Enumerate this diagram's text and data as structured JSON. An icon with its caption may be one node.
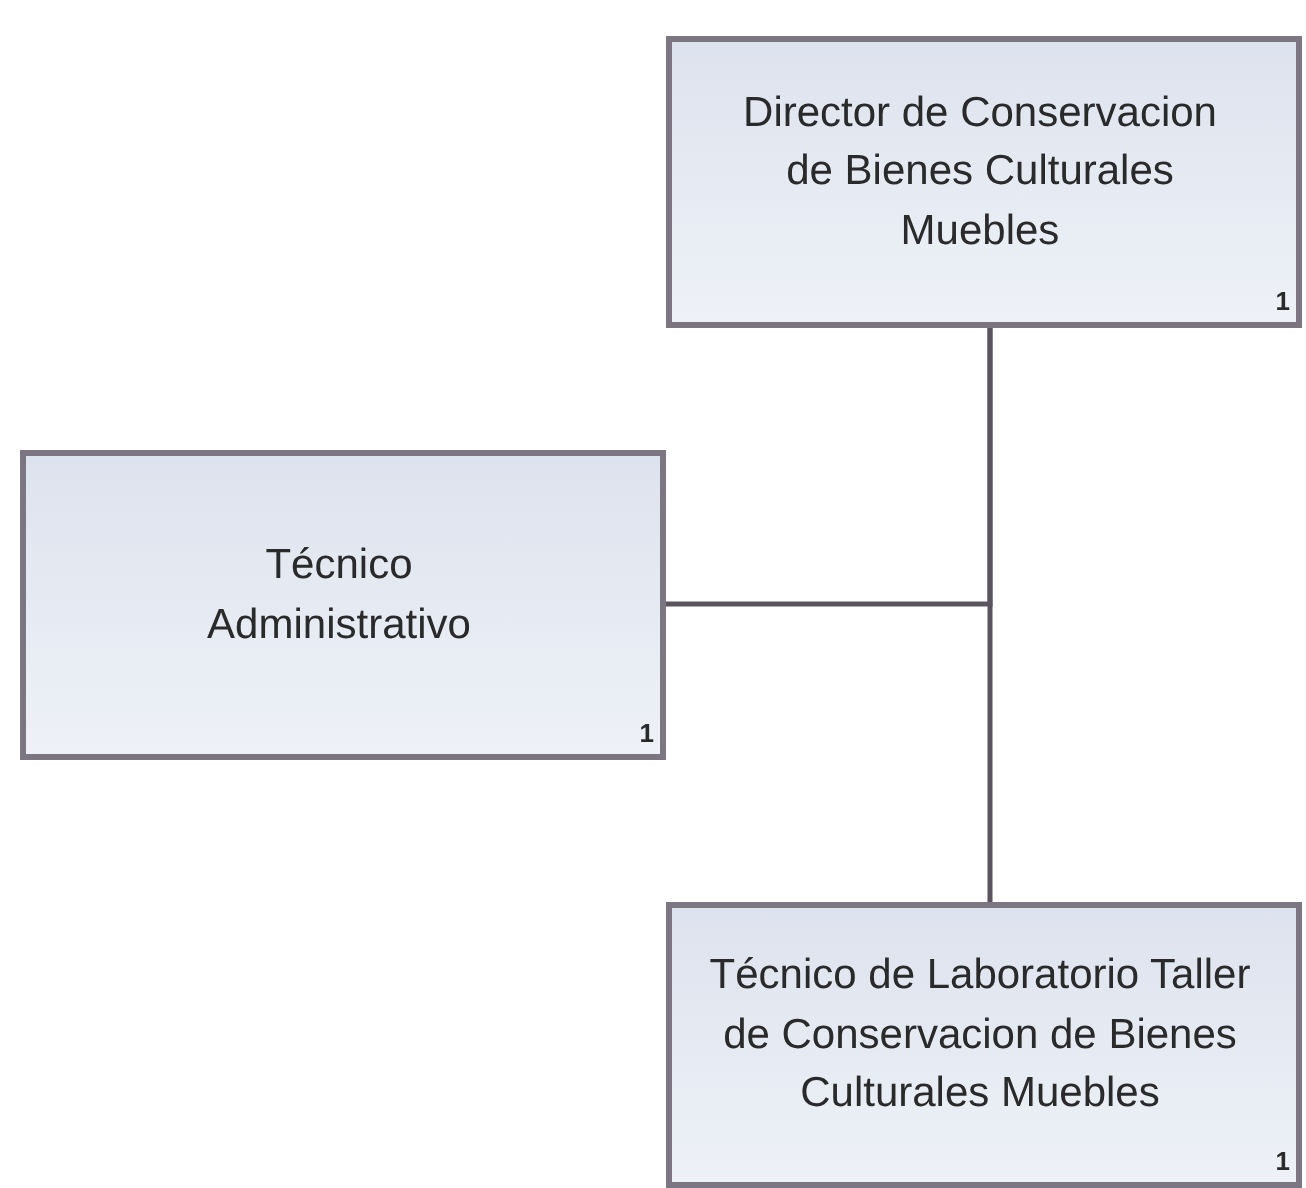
{
  "diagram": {
    "nodes": [
      {
        "text": [
          "Director de Conservacion de Bienes Culturales Muebles",
          "1"
        ]
      },
      {
        "text": [
          "Técnico Administrativo",
          "1"
        ]
      },
      {
        "text": [
          "Técnico de Laboratorio Taller de Conservacion de Bienes Culturales Muebles",
          "1"
        ]
      }
    ],
    "edges": [
      {
        "from": 0,
        "to": 2,
        "arrow": "none"
      },
      {
        "from": 0,
        "to": 1,
        "arrow": "none"
      }
    ]
  }
}
